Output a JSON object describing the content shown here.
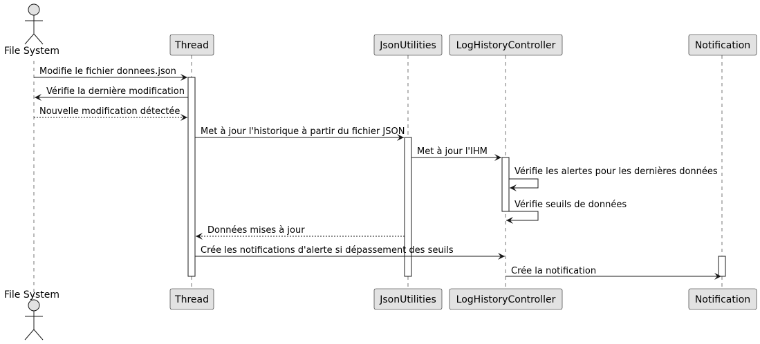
{
  "participants": [
    {
      "id": "fs",
      "label": "File System",
      "kind": "actor"
    },
    {
      "id": "th",
      "label": "Thread",
      "kind": "box"
    },
    {
      "id": "ju",
      "label": "JsonUtilities",
      "kind": "box"
    },
    {
      "id": "lh",
      "label": "LogHistoryController",
      "kind": "box"
    },
    {
      "id": "no",
      "label": "Notification",
      "kind": "box"
    }
  ],
  "messages": [
    {
      "from": "fs",
      "to": "th",
      "label": "Modifie le fichier donnees.json",
      "style": "solid"
    },
    {
      "from": "th",
      "to": "fs",
      "label": "Vérifie la dernière modification",
      "style": "solid"
    },
    {
      "from": "fs",
      "to": "th",
      "label": "Nouvelle modification détectée",
      "style": "dashed"
    },
    {
      "from": "th",
      "to": "ju",
      "label": "Met à jour l'historique à partir du fichier JSON",
      "style": "solid"
    },
    {
      "from": "ju",
      "to": "lh",
      "label": "Met à jour l'IHM",
      "style": "solid"
    },
    {
      "from": "lh",
      "to": "lh",
      "label": "Vérifie les alertes pour les dernières données",
      "style": "solid"
    },
    {
      "from": "lh",
      "to": "lh",
      "label": "Vérifie seuils de données",
      "style": "solid"
    },
    {
      "from": "ju",
      "to": "th",
      "label": "Données mises à jour",
      "style": "dashed"
    },
    {
      "from": "th",
      "to": "lh",
      "label": "Crée les notifications d'alerte si dépassement des seuils",
      "style": "solid"
    },
    {
      "from": "lh",
      "to": "no",
      "label": "Crée la notification",
      "style": "solid"
    }
  ],
  "colors": {
    "participant_fill": "#e2e2e2",
    "participant_stroke": "#181818",
    "lifeline": "#181818",
    "activation_fill": "#ffffff"
  }
}
